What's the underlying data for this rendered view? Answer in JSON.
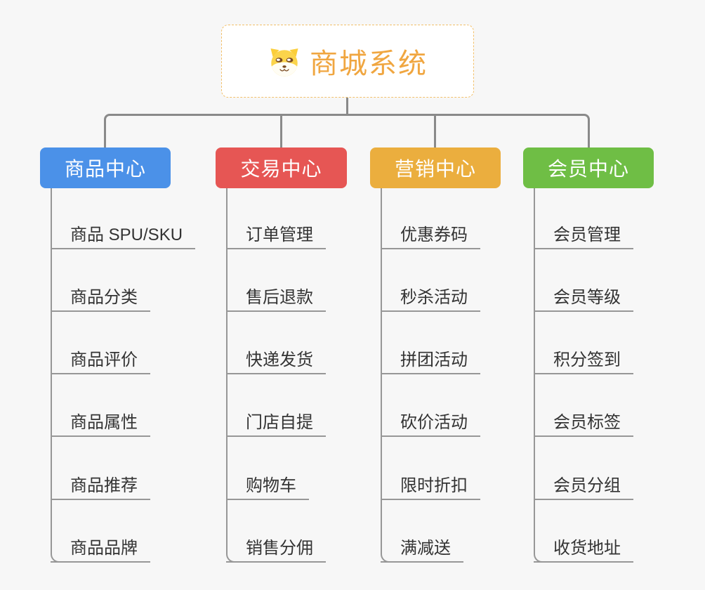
{
  "root": {
    "title": "商城系统",
    "icon": "dog-face-icon"
  },
  "branches": [
    {
      "label": "商品中心",
      "color": "#4B91E8",
      "items": [
        "商品 SPU/SKU",
        "商品分类",
        "商品评价",
        "商品属性",
        "商品推荐",
        "商品品牌"
      ]
    },
    {
      "label": "交易中心",
      "color": "#E65654",
      "items": [
        "订单管理",
        "售后退款",
        "快递发货",
        "门店自提",
        "购物车",
        "销售分佣"
      ]
    },
    {
      "label": "营销中心",
      "color": "#EBAE3E",
      "items": [
        "优惠券码",
        "秒杀活动",
        "拼团活动",
        "砍价活动",
        "限时折扣",
        "满减送"
      ]
    },
    {
      "label": "会员中心",
      "color": "#6FBE45",
      "items": [
        "会员管理",
        "会员等级",
        "积分签到",
        "会员标签",
        "会员分组",
        "收货地址"
      ]
    }
  ],
  "colors": {
    "background": "#F7F7F7",
    "connector": "#8A8A8A",
    "leaf_text": "#333333",
    "root_text": "#F0A640",
    "root_border": "#F2C06B"
  }
}
